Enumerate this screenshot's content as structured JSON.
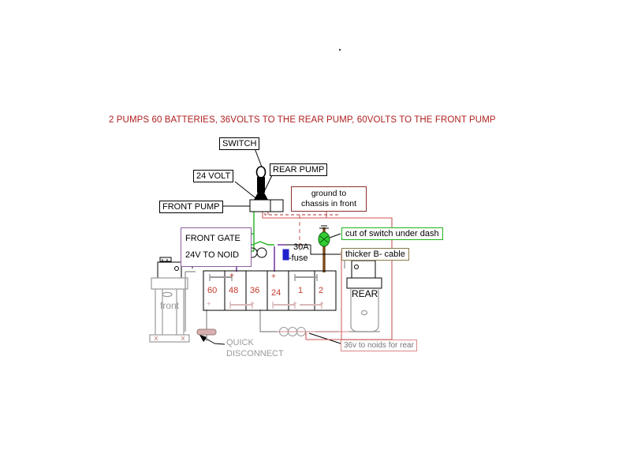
{
  "diagram": {
    "title": "2 PUMPS 60 BATTERIES,  36VOLTS TO THE REAR PUMP,  60VOLTS TO THE FRONT PUMP",
    "title_color": "#b02020",
    "background": "#ffffff"
  },
  "labels": {
    "switch": "SWITCH",
    "volt_24": "24 VOLT",
    "rear_pump": "REAR PUMP",
    "front_pump": "FRONT PUMP",
    "ground_chassis_line1": "ground to",
    "ground_chassis_line2": "chassis in front",
    "cut_off_switch": "cut of switch under dash",
    "thicker_cable": "thicker B- cable",
    "front_gate": "FRONT GATE",
    "noid_24v": "24V TO NOID",
    "fuse_amp": "30A",
    "fuse_word": "-fuse",
    "quick_line1": "QUICK",
    "quick_line2": "DISCONNECT",
    "noids_rear": "36v to noids for rear",
    "front_tank": "front",
    "rear_tank": "REAR"
  },
  "battery_bank": {
    "cells": [
      "60",
      "48",
      "36",
      "24",
      "1",
      "2"
    ],
    "cell_color": "#c0392b",
    "terminal_symbol": "+"
  },
  "colors": {
    "accent_red": "#b02020",
    "battery_red": "#c0392b",
    "wire_green": "#22b422",
    "wire_purple": "#7b3fa0",
    "wire_brown": "#7a4a1a",
    "wire_red": "#cc5555",
    "wire_gray": "#9a9a9a",
    "wire_black": "#000000",
    "fuse_blue": "#2222cc",
    "switch_green": "#33cc33"
  },
  "icons": {
    "toggle_switch": "toggle-switch-icon",
    "solenoid_coil": "solenoid-coil-icon",
    "fuse_block": "fuse-icon",
    "cutoff_switch": "cutoff-switch-icon",
    "quick_disconnect": "quick-disconnect-icon"
  }
}
